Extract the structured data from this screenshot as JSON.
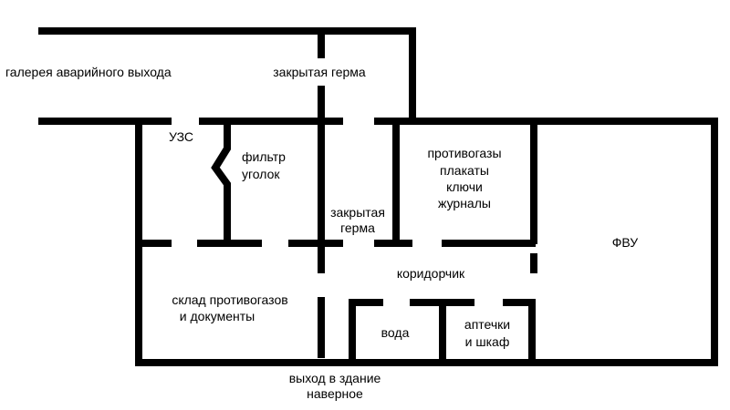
{
  "labels": {
    "gallery": "галерея аварийного выхода",
    "closed_door_top": "закрытая герма",
    "uzs": "УЗС",
    "filter_corner": [
      "фильтр",
      "уголок"
    ],
    "storage_items": [
      "противогазы",
      "плакаты",
      "ключи",
      "журналы"
    ],
    "closed_door_mid": [
      "закрытая",
      "герма"
    ],
    "fvu": "ФВУ",
    "corridor": "коридорчик",
    "warehouse": [
      "склад противогазов",
      "и документы"
    ],
    "water": "вода",
    "first_aid": [
      "аптечки",
      "и шкаф"
    ],
    "exit": [
      "выход в здание",
      "наверное"
    ]
  }
}
